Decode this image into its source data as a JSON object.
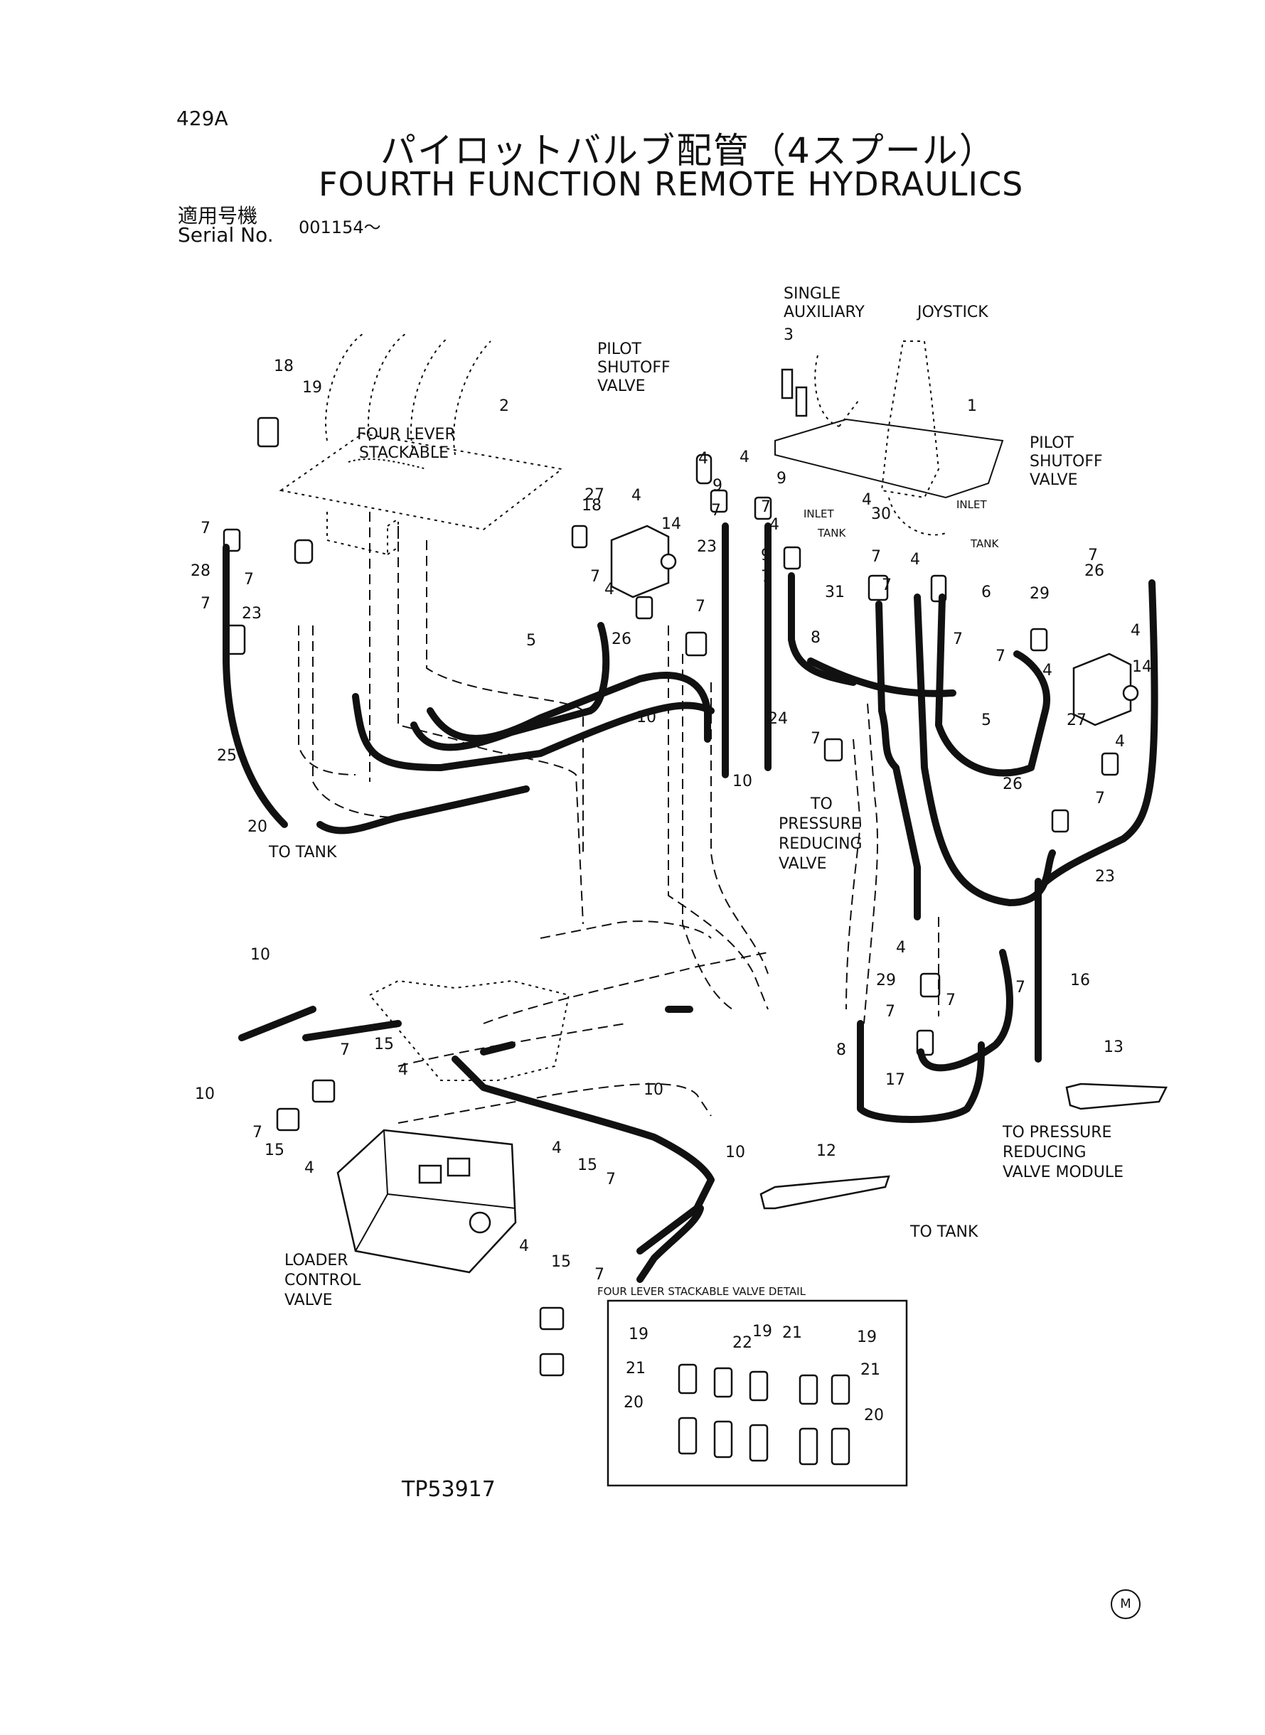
{
  "header": {
    "page_code": "429A",
    "title_jp": "パイロットバルブ配管（4スプール）",
    "title_en": "FOURTH FUNCTION REMOTE HYDRAULICS",
    "serial_label_jp": "適用号機",
    "serial_label_en": "Serial No.",
    "serial_number": "001154～"
  },
  "components": {
    "single_auxiliary": [
      "SINGLE",
      "AUXILIARY"
    ],
    "joystick": "JOYSTICK",
    "pilot_shutoff_left": [
      "PILOT",
      "SHUTOFF",
      "VALVE"
    ],
    "pilot_shutoff_right": [
      "PILOT",
      "SHUTOFF",
      "VALVE"
    ],
    "four_lever_stackable": [
      "FOUR LEVER",
      "STACKABLE"
    ],
    "inlet": "INLET",
    "tank": "TANK",
    "to_tank": "TO TANK",
    "to_pressure_reducing_valve": [
      "TO",
      "PRESSURE",
      "REDUCING",
      "VALVE"
    ],
    "to_pressure_reducing_valve_module": [
      "TO PRESSURE",
      "REDUCING",
      "VALVE MODULE"
    ],
    "loader_control_valve": [
      "LOADER",
      "CONTROL",
      "VALVE"
    ]
  },
  "detail": {
    "title": "FOUR LEVER STACKABLE VALVE DETAIL"
  },
  "reference_code": "TP53917",
  "callouts": {
    "n1": "1",
    "n2": "2",
    "n3": "3",
    "n4": "4",
    "n5": "5",
    "n6": "6",
    "n7": "7",
    "n8": "8",
    "n9": "9",
    "n10": "10",
    "n12": "12",
    "n13": "13",
    "n14": "14",
    "n15": "15",
    "n16": "16",
    "n17": "17",
    "n18": "18",
    "n19": "19",
    "n20": "20",
    "n21": "21",
    "n22": "22",
    "n23": "23",
    "n24": "24",
    "n25": "25",
    "n26": "26",
    "n27": "27",
    "n28": "28",
    "n29": "29",
    "n30": "30",
    "n31": "31"
  },
  "registered_mark": "M"
}
